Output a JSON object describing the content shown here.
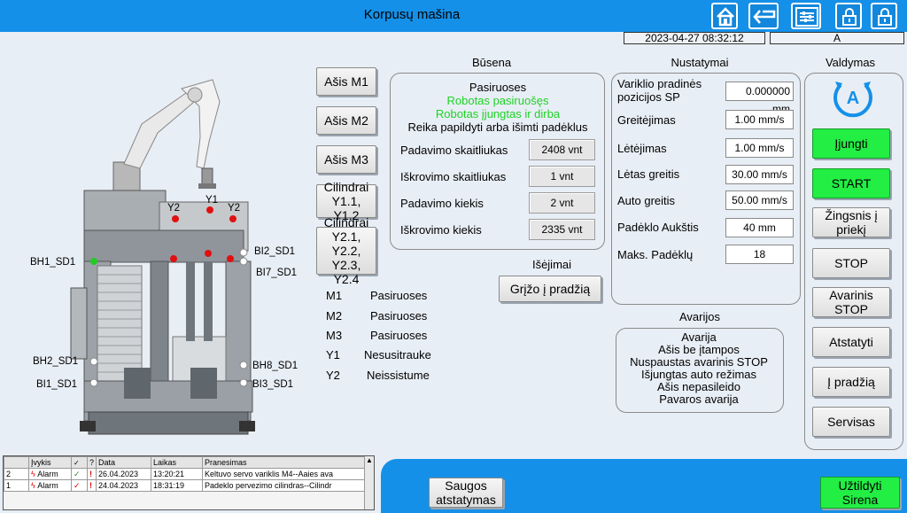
{
  "header": {
    "title": "Korpusų mašina",
    "datetime": "2023-04-27 08:32:12",
    "user": "A"
  },
  "icons": [
    "home-icon",
    "back-icon",
    "settings-icon",
    "lock-icon",
    "lock-icon"
  ],
  "left_buttons": [
    {
      "label": "Ašis M1"
    },
    {
      "label": "Ašis M2"
    },
    {
      "label": "Ašis M3"
    },
    {
      "label": "Cilindrai Y1.1, Y1.2"
    },
    {
      "label": "Cilindrai Y2.1, Y2.2, Y2.3, Y2.4"
    }
  ],
  "busena": {
    "title": "Būsena",
    "lines": [
      "Pasiruoses",
      "Robotas pasiruošęs",
      "Robotas įjungtas ir dirba",
      "Reika papildyti arba išimti padėklus"
    ],
    "counters": [
      {
        "label": "Padavimo skaitliukas",
        "value": "2408 vnt"
      },
      {
        "label": "Iškrovimo skaitliukas",
        "value": "1 vnt"
      },
      {
        "label": "Padavimo kiekis",
        "value": "2 vnt"
      },
      {
        "label": "Iškrovimo kiekis",
        "value": "2335 vnt"
      }
    ]
  },
  "isejimai": {
    "title": "Išėjimai",
    "button": "Grįžo į pradžią"
  },
  "axes_status": [
    {
      "name": "M1",
      "status": "Pasiruoses"
    },
    {
      "name": "M2",
      "status": "Pasiruoses"
    },
    {
      "name": "M3",
      "status": "Pasiruoses"
    },
    {
      "name": "Y1",
      "status": "Nesusitrauke"
    },
    {
      "name": "Y2",
      "status": "Neissistume"
    }
  ],
  "nustatymai": {
    "title": "Nustatymai",
    "items": [
      {
        "label": "Variklio pradinės pozicijos SP",
        "value": "0.000000  mm"
      },
      {
        "label": "Greitėjimas",
        "value": "1.00 mm/s"
      },
      {
        "label": "Lėtėjimas",
        "value": "1.00 mm/s"
      },
      {
        "label": "Lėtas greitis",
        "value": "30.00 mm/s"
      },
      {
        "label": "Auto greitis",
        "value": "50.00 mm/s"
      },
      {
        "label": "Padėklo Aukštis",
        "value": "40 mm"
      },
      {
        "label": "Maks. Padėklų",
        "value": "18"
      }
    ]
  },
  "avarijos": {
    "title": "Avarijos",
    "lines": [
      "Avarija",
      "Ašis be įtampos",
      "Nuspaustas avarinis STOP",
      "Išjungtas auto režimas",
      "Ašis nepasileido",
      "Pavaros avarija"
    ]
  },
  "valdymas": {
    "title": "Valdymas",
    "buttons": [
      "Įjungti",
      "START",
      "Žingsnis į priekį",
      "STOP",
      "Avarinis STOP",
      "Atstatyti",
      "Į pradžią",
      "Servisas"
    ]
  },
  "machine": {
    "sensors": [
      "BH1_SD1",
      "BH2_SD1",
      "BI1_SD1",
      "BI2_SD1",
      "BI7_SD1",
      "BH8_SD1",
      "BI3_SD1",
      "Y2",
      "Y1",
      "Y2"
    ]
  },
  "alarm_table": {
    "headers": [
      "",
      "Įvykis",
      "",
      "?",
      "Data",
      "Laikas",
      "Pranesimas"
    ],
    "rows": [
      [
        "2",
        "Alarm",
        "!",
        "26.04.2023",
        "13:20:21",
        "Keltuvo servo variklis M4--Aaies ava"
      ],
      [
        "1",
        "Alarm",
        "!",
        "24.04.2023",
        "18:31:19",
        "Padeklo pervezimo cilindras--Cilindr"
      ]
    ]
  },
  "bottom": {
    "reset_button": "Saugos atstatymas",
    "siren_button": "Užtildyti Sirena"
  },
  "colors": {
    "accent_blue": "#1590e8",
    "green_button": "#22ee44",
    "status_green": "#1ed226",
    "alarm_red": "#e00000"
  }
}
